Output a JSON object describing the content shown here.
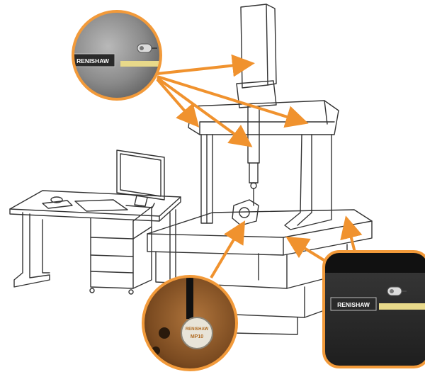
{
  "labels": {
    "brand_top": "RENISHAW",
    "brand_right": "RENISHAW",
    "probe_brand": "RENISHAW",
    "probe_model": "MP10"
  },
  "colors": {
    "arrow": "#f0922e",
    "sensor_strip": "#e8d98a",
    "callout_ring": "#f29a3a",
    "line_art": "#333333"
  },
  "icons": {
    "sensor_connector": "ring-terminal-icon",
    "sensor_strip": "temperature-sensor-strip-icon"
  }
}
